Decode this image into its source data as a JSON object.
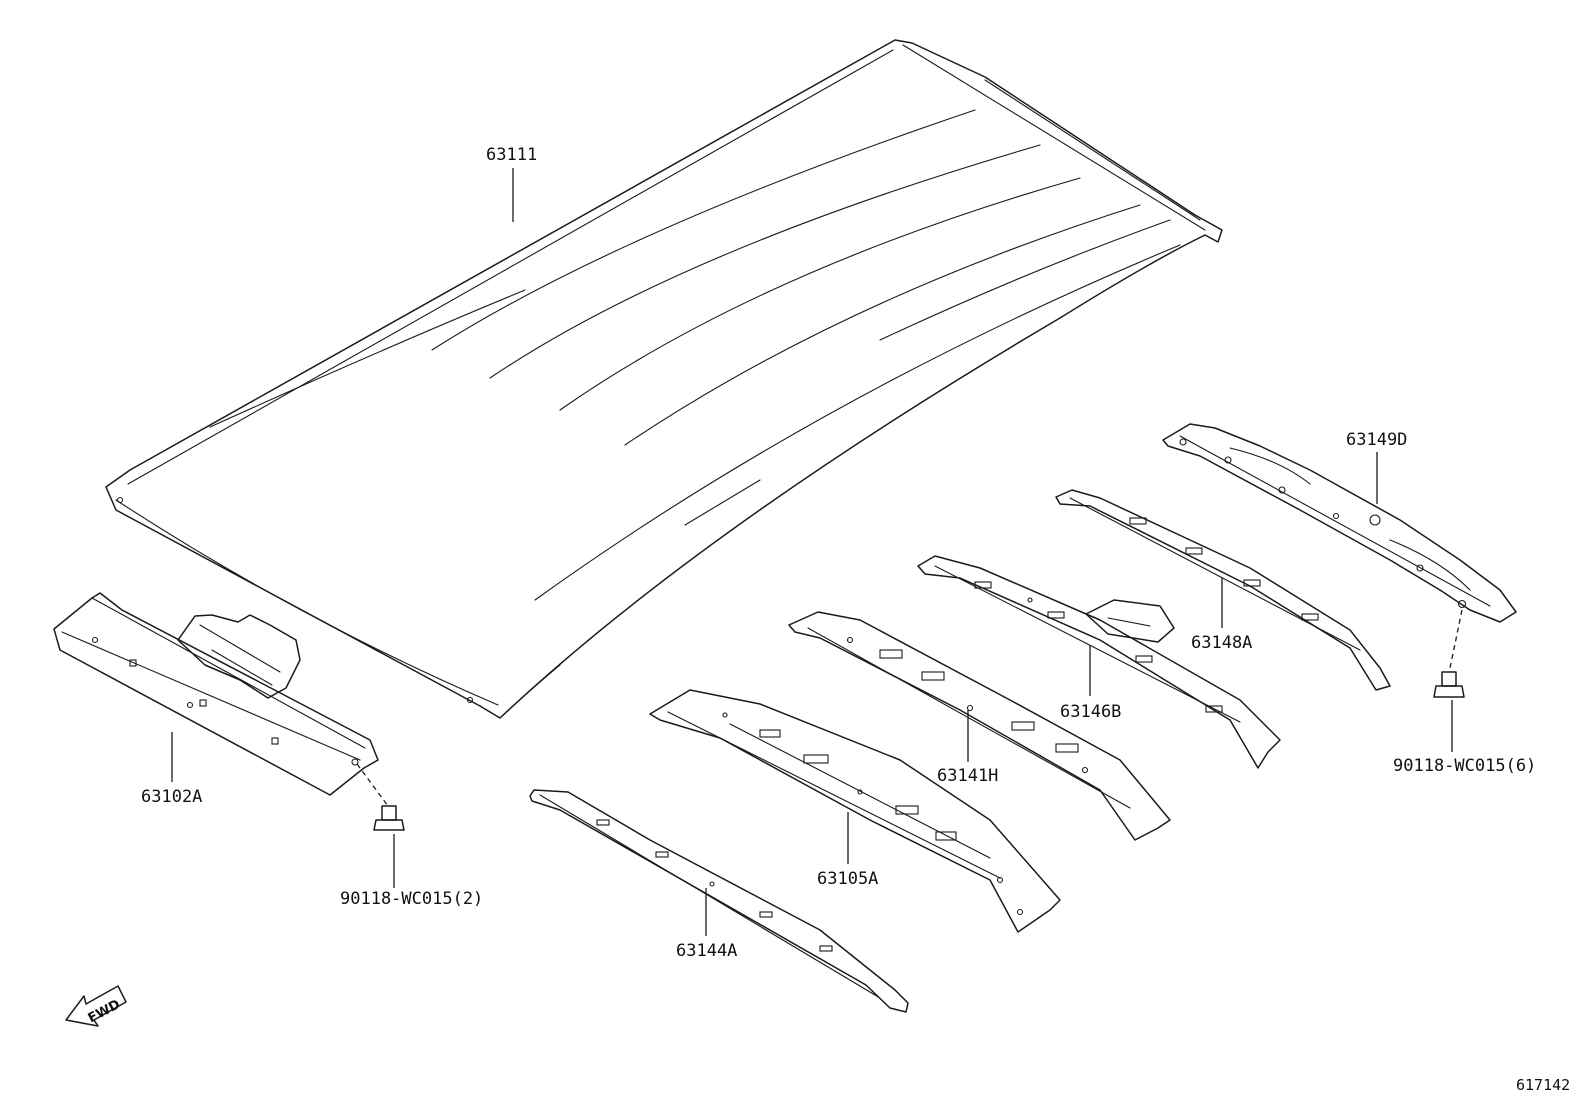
{
  "parts": [
    {
      "id": "roof_panel",
      "label": "63111"
    },
    {
      "id": "front_header",
      "label": "63102A"
    },
    {
      "id": "rear_header",
      "label": "63105A"
    },
    {
      "id": "bow_1",
      "label": "63144A"
    },
    {
      "id": "bow_2",
      "label": "63141H"
    },
    {
      "id": "bow_3",
      "label": "63146B"
    },
    {
      "id": "bow_4",
      "label": "63148A"
    },
    {
      "id": "bow_5",
      "label": "63149D"
    },
    {
      "id": "bolt_front",
      "label": "90118-WC015(2)"
    },
    {
      "id": "bolt_rear",
      "label": "90118-WC015(6)"
    }
  ],
  "direction_indicator": {
    "label": "FWD",
    "icon": "arrow-left-down"
  },
  "diagram_id": "617142"
}
